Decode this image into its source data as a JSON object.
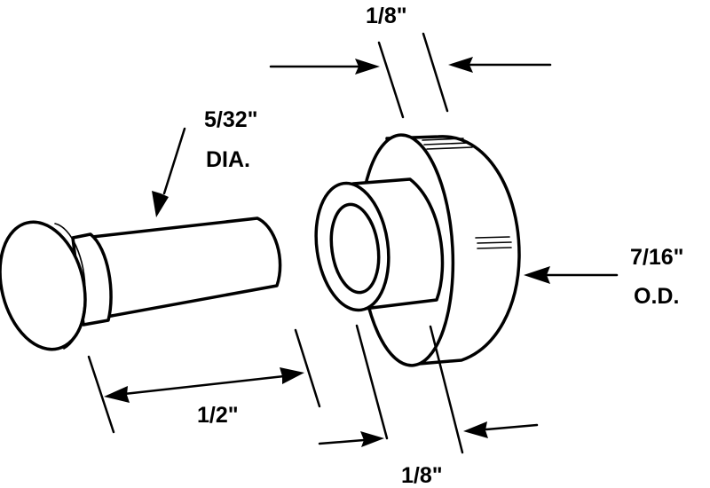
{
  "labels": {
    "pin_diameter_line1": "5/32\"",
    "pin_diameter_line2": "DIA.",
    "pin_length": "1/2\"",
    "flange_thickness": "1/8\"",
    "bushing_length": "1/8\"",
    "outer_diameter_line1": "7/16\"",
    "outer_diameter_line2": "O.D."
  }
}
